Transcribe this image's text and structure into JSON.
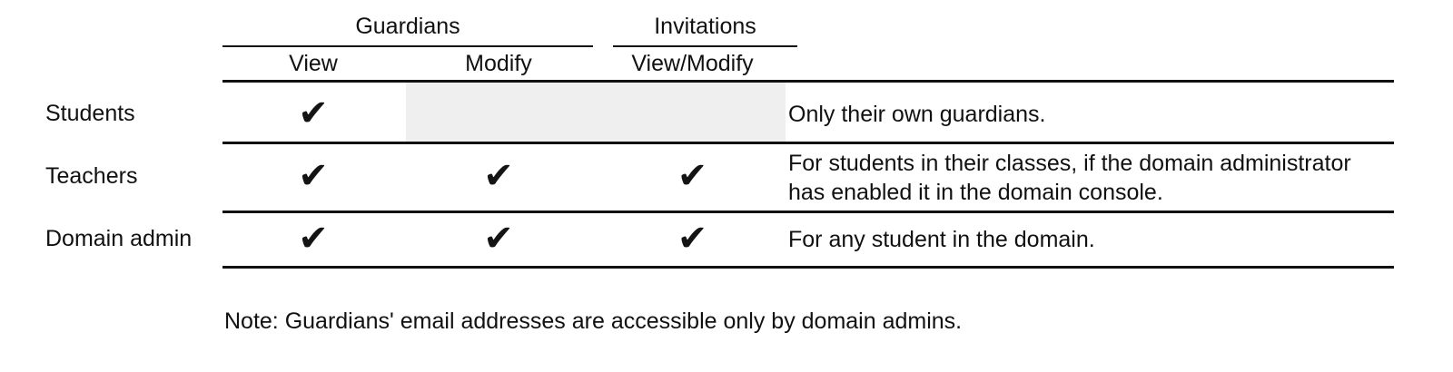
{
  "table": {
    "group_headers": [
      {
        "label": "Guardians"
      },
      {
        "label": "Invitations"
      }
    ],
    "column_headers": [
      {
        "label": "View"
      },
      {
        "label": "Modify"
      },
      {
        "label": "View/Modify"
      }
    ],
    "check_icon": "check-mark",
    "check_glyph": "✔",
    "shaded_color": "#efefef",
    "rule_color": "#111111",
    "rows": [
      {
        "label": "Students",
        "guardians_view": "✔",
        "guardians_modify": "",
        "invitations_view_modify": "",
        "modify_shaded": true,
        "notes": "Only their own guardians."
      },
      {
        "label": "Teachers",
        "guardians_view": "✔",
        "guardians_modify": "✔",
        "invitations_view_modify": "✔",
        "modify_shaded": false,
        "notes": "For students in their classes, if the domain administrator has enabled it in the domain console."
      },
      {
        "label": "Domain admin",
        "guardians_view": "✔",
        "guardians_modify": "✔",
        "invitations_view_modify": "✔",
        "modify_shaded": false,
        "notes": "For any student in the domain."
      }
    ]
  },
  "footnote": {
    "text": "Note: Guardians' email addresses are accessible only by domain admins."
  }
}
